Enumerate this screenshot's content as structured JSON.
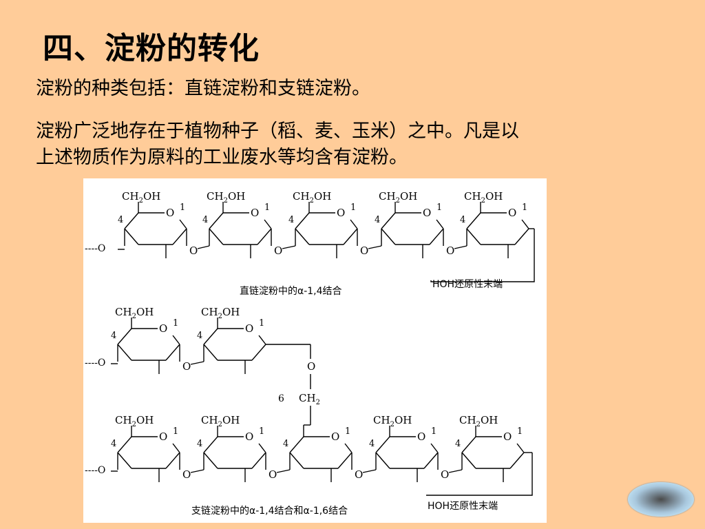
{
  "title": "四、淀粉的转化",
  "paragraph1": "淀粉的种类包括：直链淀粉和支链淀粉。",
  "paragraph2_line1": "淀粉广泛地存在于植物种子（稻、麦、玉米）之中。凡是以",
  "paragraph2_line2": "上述物质作为原料的工业废水等均含有淀粉。",
  "figure": {
    "ch2oh_prefix": "CH",
    "ch2oh_sub": "2",
    "ch2oh_suffix": "OH",
    "ring_o": "O",
    "pos4": "4",
    "pos1": "1",
    "pos6": "6",
    "chain_start": "----O",
    "ch2_prefix": "CH",
    "ch2_sub": "2",
    "caption_amylose": "直链淀粉中的α-1,4结合",
    "caption_amylopectin": "支链淀粉中的α-1,4结合和α-1,6结合",
    "reducing_end": "HOH还原性末端"
  }
}
